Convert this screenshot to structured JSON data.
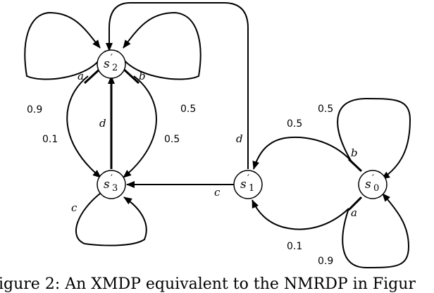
{
  "nodes": {
    "s2": {
      "base": "s",
      "prime": "′",
      "index": "2"
    },
    "s3": {
      "base": "s",
      "prime": "′",
      "index": "3"
    },
    "s1": {
      "base": "s",
      "prime": "′",
      "index": "1"
    },
    "s0": {
      "base": "s",
      "prime": "′",
      "index": "0"
    }
  },
  "actions": {
    "s2_self_a": "a",
    "s2_self_b": "b",
    "s3_to_s2_d": "d",
    "s1_to_s2_d": "d",
    "s1_to_s3_c": "c",
    "s3_self_c": "c",
    "s0_to_s1_b": "b",
    "s0_to_s1_a": "a"
  },
  "probabilities": {
    "s2_loop_a": "0.9",
    "s2_loop_b": "0.5",
    "s2_to_s3_a": "0.1",
    "s2_to_s3_b": "0.5",
    "s0_to_s1_b": "0.5",
    "s0_loop_b": "0.5",
    "s0_to_s1_a": "0.1",
    "s0_loop_a": "0.9"
  },
  "caption": {
    "text": "igure 2: An XMDP equivalent to the NMRDP in Figur"
  }
}
